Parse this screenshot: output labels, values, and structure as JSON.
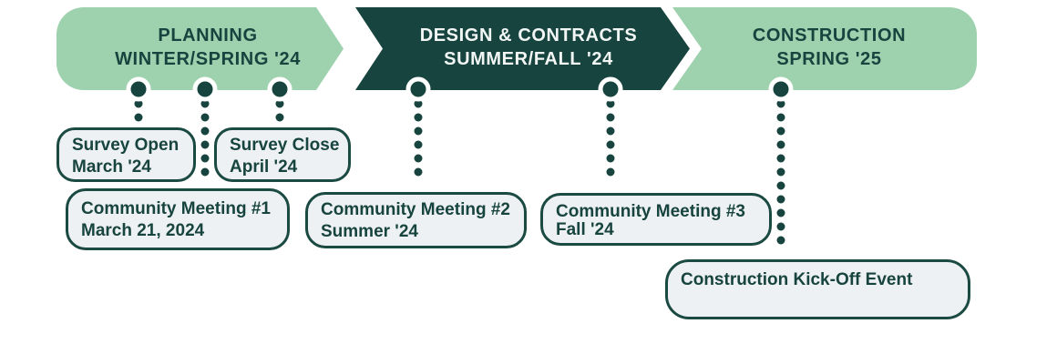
{
  "colors": {
    "band_green": "#9ed1ae",
    "band_teal": "#17443e",
    "box_fill": "#eef1f4",
    "outline": "#1b4a42",
    "light_text": "#f2f6f5"
  },
  "phases": [
    {
      "label": "PLANNING",
      "dates": "WINTER/SPRING '24"
    },
    {
      "label": "DESIGN & CONTRACTS",
      "dates": "SUMMER/FALL '24"
    },
    {
      "label": "CONSTRUCTION",
      "dates": "SPRING '25"
    }
  ],
  "events": [
    {
      "title": "Survey Open",
      "date": "March '24"
    },
    {
      "title": "Survey Close",
      "date": "April '24"
    },
    {
      "title": "Community Meeting #1",
      "date": "March 21, 2024"
    },
    {
      "title": "Community Meeting #2",
      "date": "Summer '24"
    },
    {
      "title": "Community Meeting #3",
      "date": "Fall '24"
    },
    {
      "title": "Construction Kick-Off Event",
      "date": ""
    }
  ]
}
